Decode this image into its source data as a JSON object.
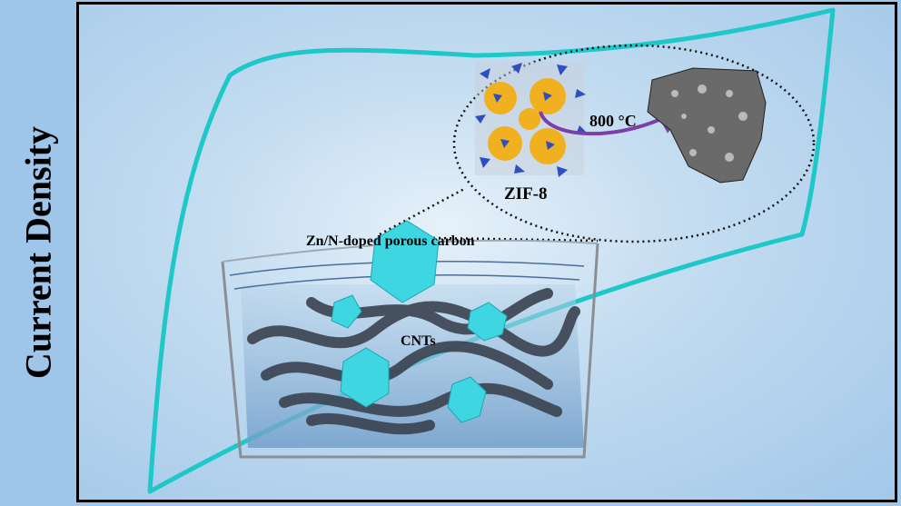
{
  "y_axis_label": "Current Density",
  "labels": {
    "temperature": "800 °C",
    "zif": "ZIF-8",
    "carbon": "Zn/N-doped porous carbon",
    "cnts": "CNTs"
  },
  "colors": {
    "background": "#9fc5e8",
    "cv_curve": "#1ec8c8",
    "arrow": "#7a3fa8",
    "polyhedra": "#3ed6e0"
  }
}
